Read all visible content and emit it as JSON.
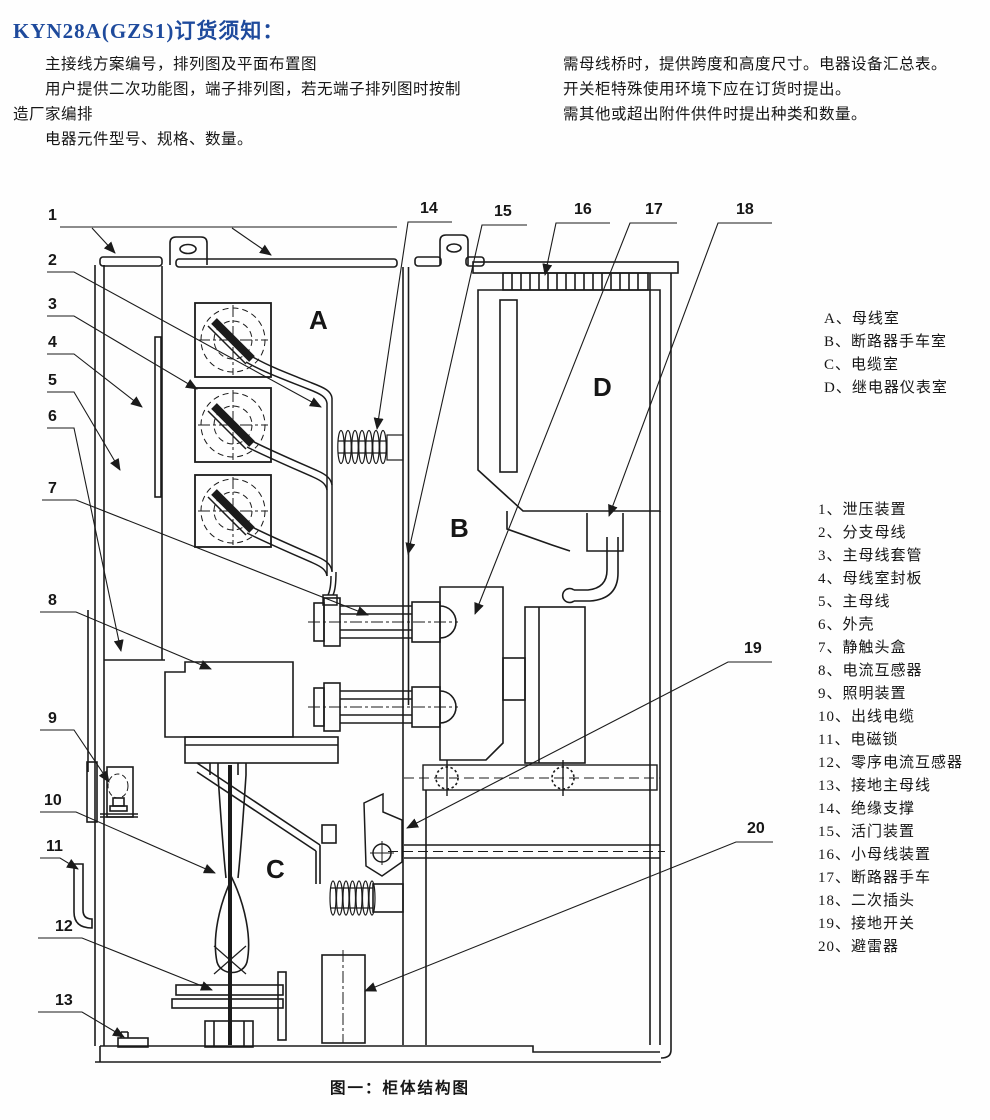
{
  "title": "KYN28A(GZS1)订货须知：",
  "notes_left": [
    "主接线方案编号，排列图及平面布置图",
    "用户提供二次功能图，端子排列图，若无端子排列图时按制",
    "造厂家编排",
    "电器元件型号、规格、数量。"
  ],
  "notes_right": [
    "需母线桥时，提供跨度和高度尺寸。电器设备汇总表。",
    "开关柜特殊使用环境下应在订货时提出。",
    "需其他或超出附件供件时提出种类和数量。"
  ],
  "rooms": [
    "A、母线室",
    "B、断路器手车室",
    "C、电缆室",
    "D、继电器仪表室"
  ],
  "parts": [
    "1、泄压装置",
    "2、分支母线",
    "3、主母线套管",
    "4、母线室封板",
    "5、主母线",
    "6、外壳",
    "7、静触头盒",
    "8、电流互感器",
    "9、照明装置",
    "10、出线电缆",
    "11、电磁锁",
    "12、零序电流互感器",
    "13、接地主母线",
    "14、绝缘支撑",
    "15、活门装置",
    "16、小母线装置",
    "17、断路器手车",
    "18、二次插头",
    "19、接地开关",
    "20、避雷器"
  ],
  "diagram": {
    "caption": "图一：柜体结构图",
    "room_labels": {
      "A": "A",
      "B": "B",
      "C": "C",
      "D": "D"
    },
    "callouts": {
      "c1": "1",
      "c2": "2",
      "c3": "3",
      "c4": "4",
      "c5": "5",
      "c6": "6",
      "c7": "7",
      "c8": "8",
      "c9": "9",
      "c10": "10",
      "c11": "11",
      "c12": "12",
      "c13": "13",
      "c14": "14",
      "c15": "15",
      "c16": "16",
      "c17": "17",
      "c18": "18",
      "c19": "19",
      "c20": "20"
    }
  },
  "colors": {
    "title_blue": "#1e4a9c",
    "ink": "#1b1b1b",
    "background": "#fefefe"
  }
}
